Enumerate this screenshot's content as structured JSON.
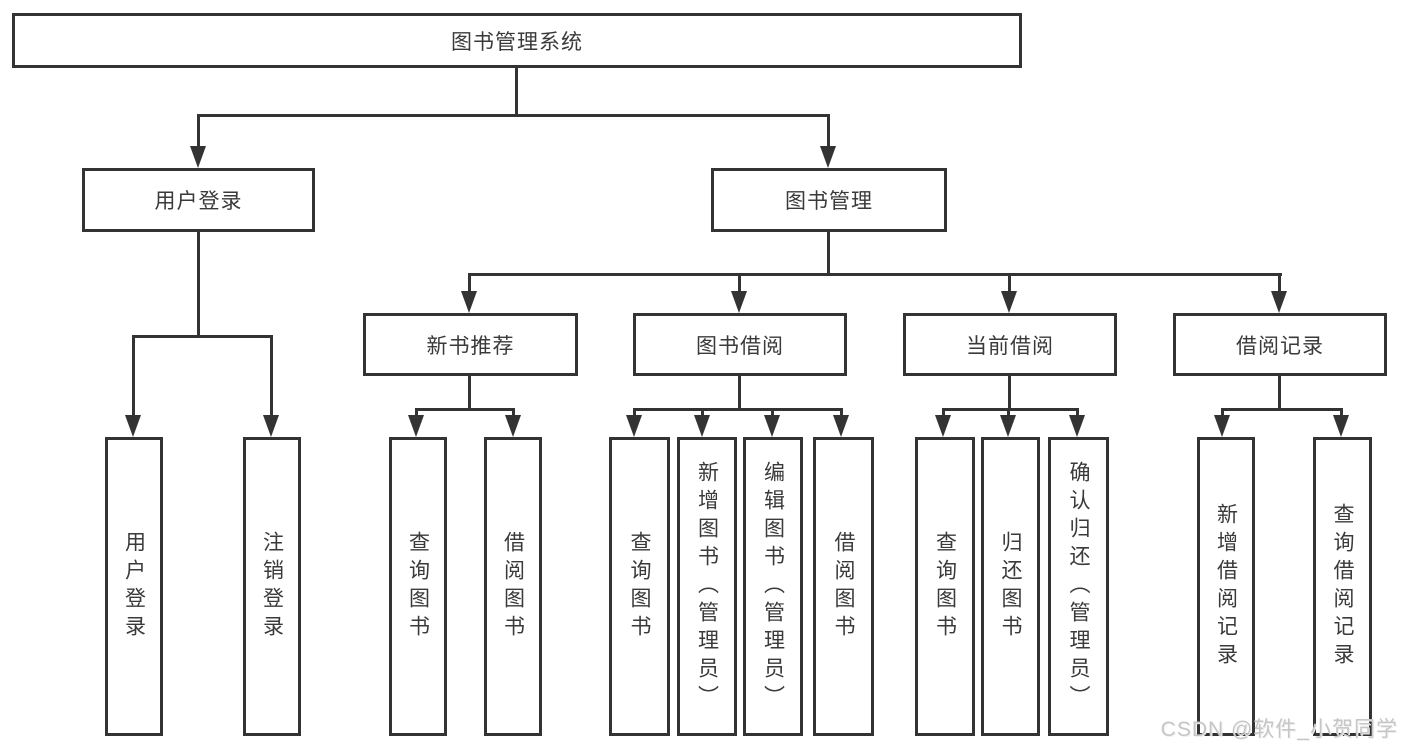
{
  "tree": {
    "root": "图书管理系统",
    "children": [
      {
        "label": "用户登录",
        "children": [
          "用户登录",
          "注销登录"
        ]
      },
      {
        "label": "图书管理",
        "children": [
          {
            "label": "新书推荐",
            "children": [
              "查询图书",
              "借阅图书"
            ]
          },
          {
            "label": "图书借阅",
            "children": [
              "查询图书",
              "新增图书（管理员）",
              "编辑图书（管理员）",
              "借阅图书"
            ]
          },
          {
            "label": "当前借阅",
            "children": [
              "查询图书",
              "归还图书",
              "确认归还（管理员）"
            ]
          },
          {
            "label": "借阅记录",
            "children": [
              "新增借阅记录",
              "查询借阅记录"
            ]
          }
        ]
      }
    ]
  },
  "watermark": "CSDN @软件_小贺同学",
  "colors": {
    "line": "#333333",
    "text": "#3a3a3a",
    "watermark": "#c6c6c6",
    "background": "#ffffff"
  }
}
